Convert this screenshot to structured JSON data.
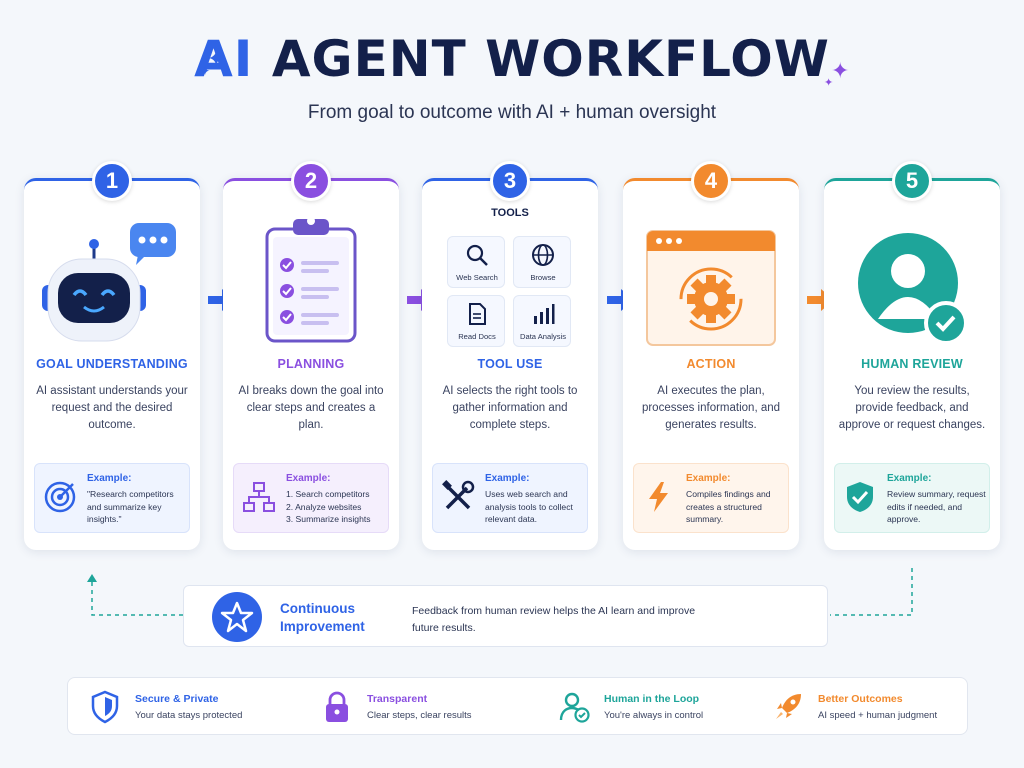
{
  "header": {
    "title_ai": "AI",
    "title_rest": "AGENT WORKFLOW",
    "subtitle": "From goal to outcome with AI + human oversight"
  },
  "steps": [
    {
      "number": "1",
      "title": "GOAL UNDERSTANDING",
      "description": "AI assistant understands your request and the desired outcome.",
      "example_label": "Example:",
      "example_text": "\"Research competitors and summarize key insights.\"",
      "color": "#2f63e6"
    },
    {
      "number": "2",
      "title": "PLANNING",
      "description": "AI breaks down the goal into clear steps and creates a plan.",
      "example_label": "Example:",
      "example_text": "1. Search competitors\n2. Analyze websites\n3. Summarize insights",
      "color": "#8a4fe0"
    },
    {
      "number": "3",
      "title": "TOOL USE",
      "description": "AI selects the right tools to gather information and complete steps.",
      "example_label": "Example:",
      "example_text": "Uses web search and analysis tools to collect relevant data.",
      "color": "#2f63e6",
      "tools_heading": "TOOLS",
      "tools": [
        "Web Search",
        "Browse",
        "Read Docs",
        "Data Analysis"
      ]
    },
    {
      "number": "4",
      "title": "ACTION",
      "description": "AI executes the plan, processes information, and generates results.",
      "example_label": "Example:",
      "example_text": "Compiles findings and creates a structured summary.",
      "color": "#f28a2e"
    },
    {
      "number": "5",
      "title": "HUMAN REVIEW",
      "description": "You review the results, provide feedback, and approve or request changes.",
      "example_label": "Example:",
      "example_text": "Review summary, request edits if needed, and approve.",
      "color": "#1ea59a"
    }
  ],
  "continuous_improvement": {
    "title": "Continuous Improvement",
    "text": "Feedback from human review helps the AI learn and improve future results."
  },
  "features": [
    {
      "title": "Secure & Private",
      "text": "Your data stays protected",
      "color": "#2f63e6",
      "icon": "shield-icon"
    },
    {
      "title": "Transparent",
      "text": "Clear steps, clear results",
      "color": "#8a4fe0",
      "icon": "lock-icon"
    },
    {
      "title": "Human in the Loop",
      "text": "You're always in control",
      "color": "#1ea59a",
      "icon": "user-check-icon"
    },
    {
      "title": "Better Outcomes",
      "text": "AI speed + human judgment",
      "color": "#f28a2e",
      "icon": "rocket-icon"
    }
  ]
}
